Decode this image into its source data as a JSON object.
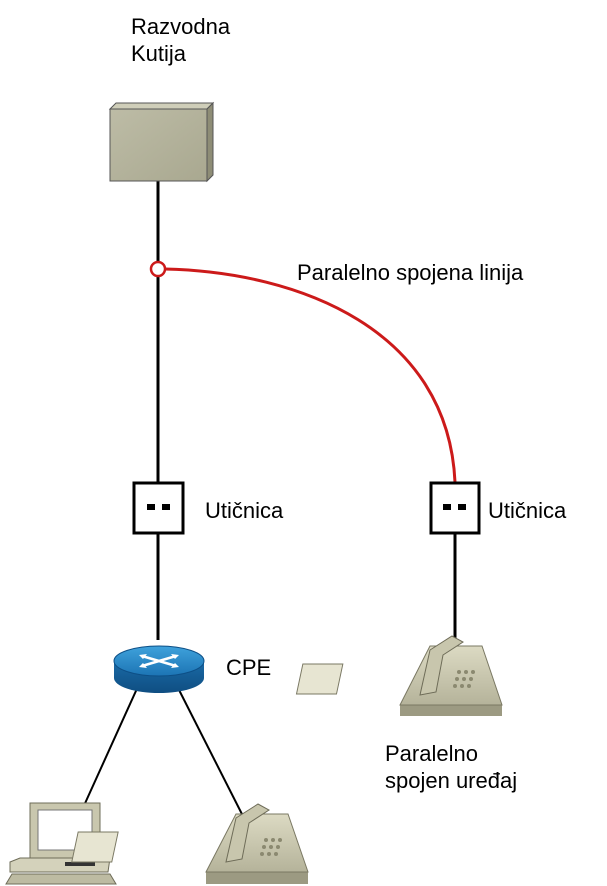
{
  "labels": {
    "distribution_box_line1": "Razvodna",
    "distribution_box_line2": "Kutija",
    "parallel_line": "Paralelno spojena linija",
    "socket_left": "Utičnica",
    "socket_right": "Utičnica",
    "cpe": "CPE",
    "parallel_device_line1": "Paralelno",
    "parallel_device_line2": "spojen uređaj"
  },
  "icons": {
    "distribution_box": "distribution-box-icon",
    "socket": "wall-socket-icon",
    "router": "router-icon",
    "telephone": "telephone-icon",
    "computer": "computer-icon"
  },
  "colors": {
    "wire": "#000000",
    "parallel_wire": "#cc1a1a",
    "box_fill": "#b9b8a1",
    "router_blue": "#1f7fbf",
    "device_beige": "#cfcdb2"
  }
}
